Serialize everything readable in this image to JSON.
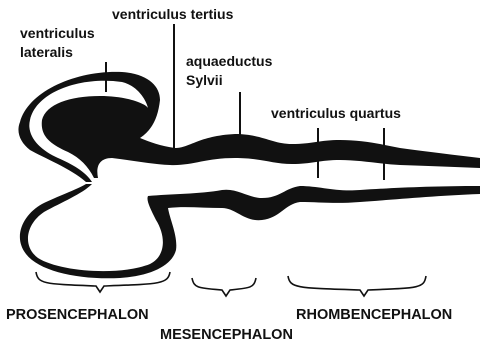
{
  "labels": {
    "ventriculus_lateralis_line1": "ventriculus",
    "ventriculus_lateralis_line2": "lateralis",
    "ventriculus_tertius": "ventriculus tertius",
    "aquaeductus_line1": "aquaeductus",
    "aquaeductus_line2": "Sylvii",
    "ventriculus_quartus": "ventriculus quartus"
  },
  "regions": {
    "prosencephalon": "PROSENCEPHALON",
    "mesencephalon": "MESENCEPHALON",
    "rhombencephalon": "RHOMBENCEPHALON"
  },
  "colors": {
    "ink": "#111111",
    "background": "#ffffff"
  }
}
